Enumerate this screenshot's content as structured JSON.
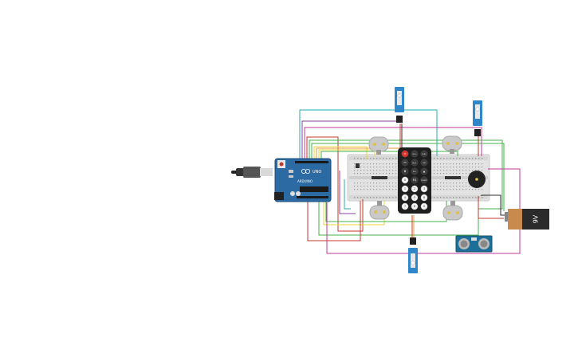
{
  "arduino": {
    "brand": "ARDUINO",
    "model": "UNO"
  },
  "battery": {
    "label": "9V"
  },
  "remote": {
    "buttons": [
      "⏻",
      "VOL+",
      "FUNC",
      "⏮",
      "▶❙❙",
      "⏭",
      "▼",
      "VOL-",
      "▲",
      "0",
      "EQ",
      "ST/REPT",
      "1",
      "2",
      "3",
      "4",
      "5",
      "6",
      "7",
      "8",
      "9"
    ]
  },
  "colors": {
    "arduino_board": "#2b6aa3",
    "servo_body": "#2f86c8",
    "battery_body": "#2b2b2b",
    "battery_cap": "#c98a4e",
    "wire_green": "#46b04a",
    "wire_yellow": "#e8d640",
    "wire_orange": "#e89a3a",
    "wire_red": "#c0392b",
    "wire_magenta": "#c0399a",
    "wire_purple": "#8a3fa0",
    "wire_teal": "#2aa8b0"
  }
}
